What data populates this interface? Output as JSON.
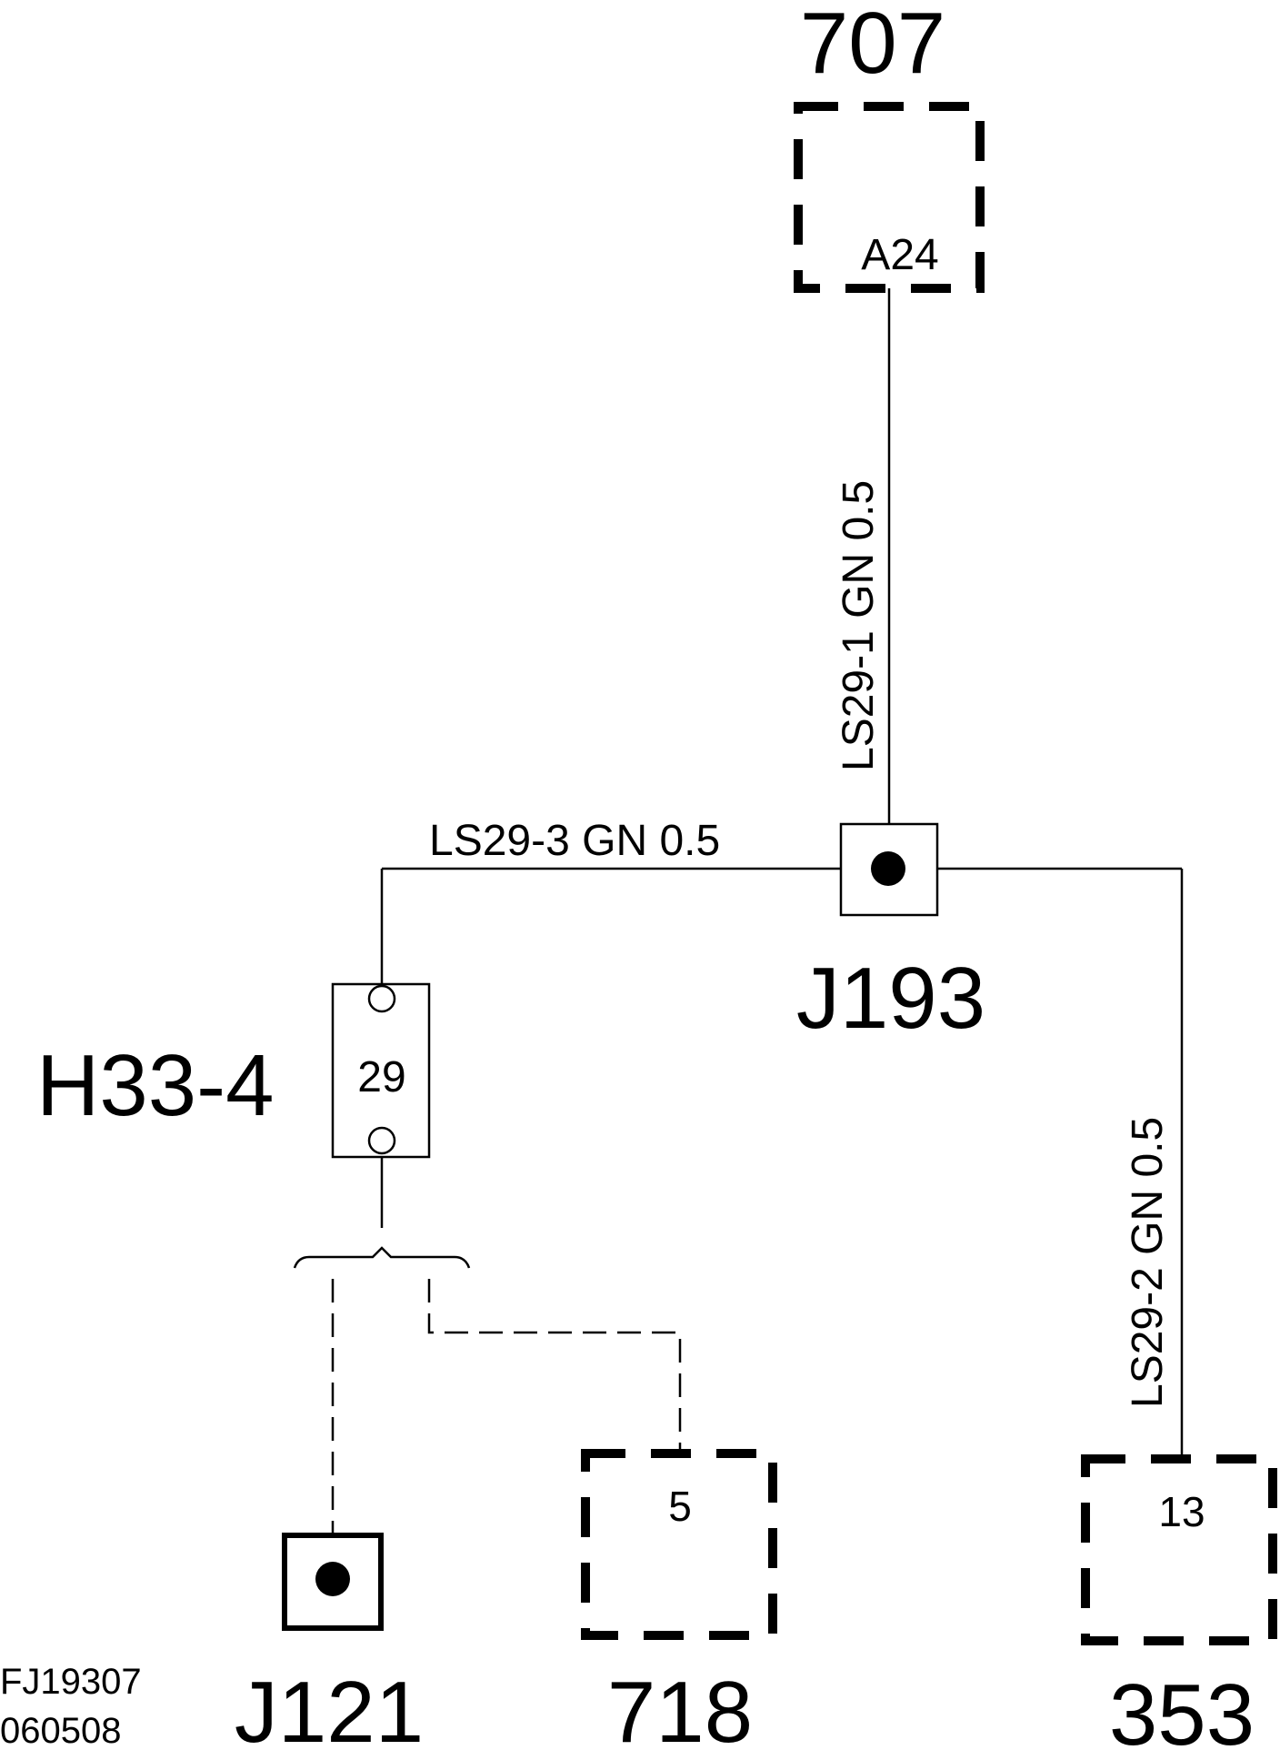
{
  "components": {
    "c707": {
      "label": "707",
      "pin": "A24"
    },
    "c718": {
      "label": "718",
      "pin": "5"
    },
    "c353": {
      "label": "353",
      "pin": "13"
    }
  },
  "connector": {
    "label": "H33-4",
    "pin": "29"
  },
  "junctions": {
    "j193": {
      "label": "J193"
    },
    "j121": {
      "label": "J121"
    }
  },
  "wires": {
    "w1": {
      "label": "LS29-1  GN  0.5"
    },
    "w2": {
      "label": "LS29-2  GN  0.5"
    },
    "w3": {
      "label": "LS29-3 GN 0.5"
    }
  },
  "document": {
    "code": "FJ19307",
    "date": "060508"
  },
  "colors": {
    "line": "#000000",
    "background": "#ffffff"
  }
}
